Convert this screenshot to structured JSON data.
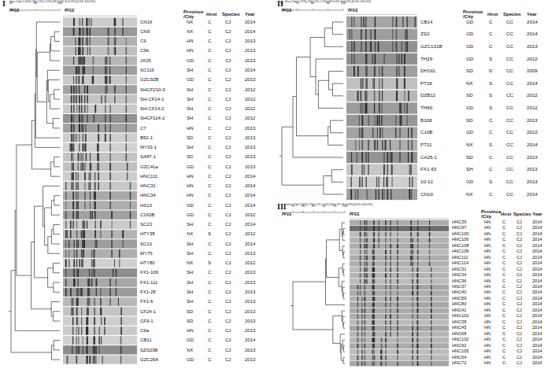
{
  "diagram": {
    "labels": [
      "I",
      "Dice (Opt:1.50%) (Tol 1.5%-1.5%) (H>0.0% S>0.0%) [0.0%-100.0%]",
      "PFGE",
      "PFGE",
      "60",
      "80",
      "100",
      "Province /City",
      "Host",
      "Species",
      "Year",
      "CN16",
      "NX",
      "C",
      "CJ",
      "2014",
      "CN9",
      "NX",
      "C",
      "CJ",
      "2014",
      "C9",
      "HN",
      "C",
      "CJ",
      "2013",
      "C9b",
      "HN",
      "C",
      "CJ",
      "2013",
      "JX25",
      "GD",
      "C",
      "CJ",
      "2013",
      "SC116",
      "SH",
      "C",
      "CJ",
      "2014",
      "GZC92B",
      "GD",
      "C",
      "CJ",
      "2013",
      "SHCF210-3",
      "SH",
      "C",
      "CJ",
      "2012",
      "SH-CF14-1",
      "SH",
      "C",
      "CJ",
      "2012",
      "SH-CF14-2",
      "SH",
      "C",
      "CJ",
      "2012",
      "SHCF114-2",
      "SH",
      "C",
      "CJ",
      "2012",
      "C7",
      "HN",
      "C",
      "CJ",
      "2013",
      "B52-1",
      "SD",
      "C",
      "CJ",
      "2013",
      "MY33-1",
      "SH",
      "C",
      "CJ",
      "2013",
      "SA87-1",
      "SD",
      "C",
      "CJ",
      "2013",
      "GZC41a",
      "GD",
      "C",
      "CJ",
      "2013",
      "HNC111",
      "HN",
      "C",
      "CJ",
      "2014",
      "HNC31",
      "HN",
      "C",
      "CJ",
      "2014",
      "HNC34",
      "HN",
      "C",
      "CJ",
      "2014",
      "HS10",
      "GD",
      "C",
      "CJ",
      "2014",
      "C162B",
      "GD",
      "C",
      "CJ",
      "2012",
      "SC23",
      "SH",
      "C",
      "CJ",
      "2014",
      "HTY38",
      "NX",
      "S",
      "CJ",
      "2012",
      "SC10",
      "SH",
      "C",
      "CJ",
      "2014",
      "MY75",
      "SH",
      "C",
      "CJ",
      "2013",
      "HTY80",
      "NX",
      "S",
      "CJ",
      "2012",
      "FX1-106",
      "SH",
      "C",
      "CJ",
      "2013",
      "FX1-111",
      "SH",
      "C",
      "CJ",
      "2013",
      "FX1-28",
      "SH",
      "C",
      "CJ",
      "2013",
      "FX1-6",
      "SH",
      "C",
      "CJ",
      "2013",
      "CF24-1",
      "SD",
      "C",
      "CJ",
      "2013",
      "CF9-1",
      "SD",
      "C",
      "CJ",
      "2013",
      "C9a",
      "HN",
      "C",
      "CJ",
      "2013",
      "CB11",
      "GD",
      "C",
      "CJ",
      "2014",
      "SZS23B",
      "NX",
      "C",
      "CJ",
      "2013",
      "GZC26A",
      "GD",
      "C",
      "CJ",
      "2013",
      "II",
      "Dice (Opt:1.50%) (Tol 1.5%-1.5%) (H>0.0% S>0.0%) [0.0%-100.0%]",
      "PFGE",
      "PFGE",
      "60",
      "70",
      "80",
      "90",
      "100",
      "Province /City",
      "Host",
      "Species",
      "Year",
      "CB14",
      "GD",
      "C",
      "CC",
      "2014",
      "ZS2",
      "GD",
      "C",
      "CC",
      "2014",
      "GZC131B",
      "GD",
      "C",
      "CC",
      "2013",
      "TH29",
      "GD",
      "S",
      "CC",
      "2012",
      "DH161",
      "SD",
      "D",
      "CC",
      "2009",
      "PT18",
      "NX",
      "S",
      "CC",
      "2014",
      "DZB12",
      "SD",
      "S",
      "CC",
      "2012",
      "TH60",
      "GD",
      "S",
      "CC",
      "2012",
      "B108",
      "SD",
      "C",
      "CC",
      "2013",
      "C10B",
      "GD",
      "C",
      "CC",
      "2012",
      "PT11",
      "NX",
      "S",
      "CC",
      "2014",
      "CA25-1",
      "SD",
      "C",
      "CC",
      "2013",
      "FX1-63",
      "SH",
      "C",
      "CC",
      "2013",
      "10-12",
      "GD",
      "S",
      "CC",
      "2013",
      "CN10",
      "NX",
      "C",
      "CC",
      "2014",
      "III",
      "Dice (Opt:1.50%) (Tol 1.5%-1.5%) (H>0.0% S>0.0%) [0.0%-100.0%]",
      "PFGE",
      "PFGE",
      "75",
      "80",
      "85",
      "90",
      "95",
      "100",
      "Province /City",
      "Host",
      "Species",
      "Year",
      "HNC39",
      "HN",
      "C",
      "CJ",
      "2014",
      "HNC97",
      "HN",
      "C",
      "CJ",
      "2014",
      "HNC100",
      "HN",
      "C",
      "CJ",
      "2014",
      "HNC106",
      "HN",
      "C",
      "CJ",
      "2014",
      "HNC108",
      "HN",
      "C",
      "CJ",
      "2014",
      "HNC109",
      "HN",
      "C",
      "CJ",
      "2014",
      "HNC111",
      "HN",
      "C",
      "CJ",
      "2014",
      "HNC114",
      "HN",
      "C",
      "CJ",
      "2014",
      "HNC31",
      "HN",
      "C",
      "CJ",
      "2014",
      "HNC34",
      "HN",
      "C",
      "CJ",
      "2014",
      "HNC36",
      "HN",
      "C",
      "CJ",
      "2014",
      "HNC37",
      "HN",
      "C",
      "CJ",
      "2014",
      "HNC40",
      "HN",
      "C",
      "CJ",
      "2014",
      "HNC59",
      "HN",
      "C",
      "CJ",
      "2014",
      "HNC80",
      "HN",
      "C",
      "CJ",
      "2014",
      "HNC41",
      "HN",
      "C",
      "CJ",
      "2014",
      "HNC101",
      "HN",
      "C",
      "CJ",
      "2014",
      "HNC38",
      "HN",
      "C",
      "CJ",
      "2014",
      "HNC45",
      "HN",
      "C",
      "CJ",
      "2014",
      "HNC68",
      "HN",
      "C",
      "CJ",
      "2014",
      "HNC102",
      "HN",
      "C",
      "CJ",
      "2014",
      "HNC92",
      "HN",
      "C",
      "CJ",
      "2014",
      "HNC105",
      "HN",
      "C",
      "CJ",
      "2014",
      "HNC64",
      "HN",
      "C",
      "CJ",
      "2014",
      "HNC72",
      "HN",
      "C",
      "CJ",
      "2014"
    ]
  }
}
